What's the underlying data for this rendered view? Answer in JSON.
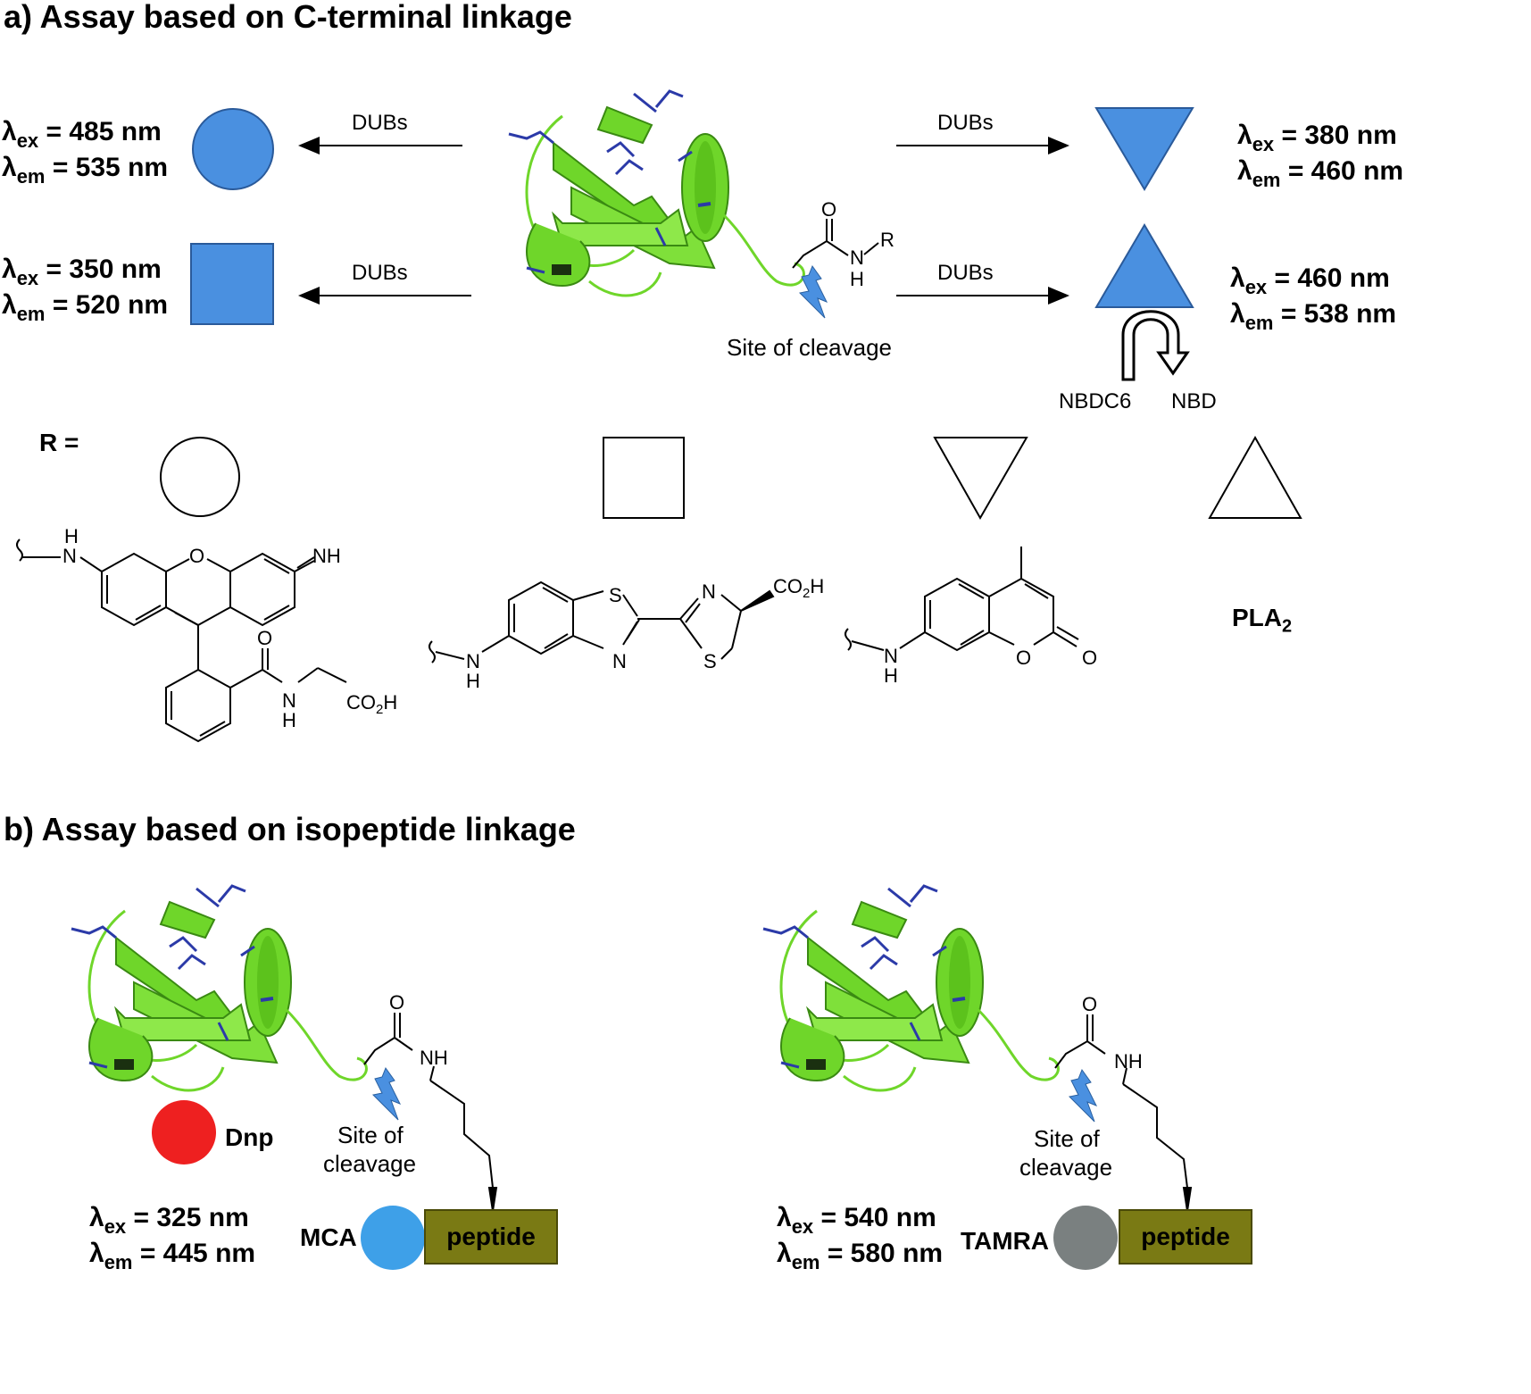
{
  "panel_a": {
    "heading": "a) Assay based on C-terminal linkage",
    "arrow_label": "DUBs",
    "site_of_cleavage": "Site of cleavage",
    "amide": {
      "O": "O",
      "N": "N",
      "R": "R",
      "H": "H"
    },
    "probes": [
      {
        "shape": "circle",
        "ex_label": "λ",
        "ex_sub": "ex",
        "ex": "= 485 nm",
        "em_sub": "em",
        "em": "= 535 nm"
      },
      {
        "shape": "square",
        "ex_label": "λ",
        "ex_sub": "ex",
        "ex": "= 350 nm",
        "em_sub": "em",
        "em": "= 520 nm"
      },
      {
        "shape": "triangle-down",
        "ex_label": "λ",
        "ex_sub": "ex",
        "ex": "= 380 nm",
        "em_sub": "em",
        "em": "= 460 nm"
      },
      {
        "shape": "triangle-up",
        "ex_label": "λ",
        "ex_sub": "ex",
        "ex": "= 460 nm",
        "em_sub": "em",
        "em": "= 538 nm"
      }
    ],
    "nbd_labels": {
      "left": "NBDC6",
      "right": "NBD"
    },
    "r_label": "R =",
    "pla2": "PLA",
    "pla2_sub": "2",
    "chem": {
      "rhodamine": {
        "nh": "H",
        "n": "N",
        "o": "O",
        "nh_right": "NH",
        "amide_o": "O",
        "amide_n": "N",
        "amide_h": "H",
        "acid": "CO",
        "acid_sub": "2",
        "acid_h": "H"
      },
      "luciferin": {
        "s1": "S",
        "n1": "N",
        "n2": "N",
        "s2": "S",
        "acid": "CO",
        "acid_sub": "2",
        "acid_h": "H",
        "nh_n": "N",
        "nh_h": "H"
      },
      "coumarin": {
        "n": "N",
        "h": "H",
        "o_ring": "O",
        "o_keto": "O"
      }
    }
  },
  "panel_b": {
    "heading": "b) Assay based on isopeptide linkage",
    "left": {
      "quencher": "Dnp",
      "fluor": "MCA",
      "peptide": "peptide",
      "site_line1": "Site of",
      "site_line2": "cleavage",
      "ex_label": "λ",
      "ex_sub": "ex",
      "ex": "=  325 nm",
      "em_sub": "em",
      "em": "= 445 nm",
      "amide_o": "O",
      "amide_nh": "NH"
    },
    "right": {
      "fluor": "TAMRA",
      "peptide": "peptide",
      "site_line1": "Site of",
      "site_line2": "cleavage",
      "ex_label": "λ",
      "ex_sub": "ex",
      "ex": "=  540 nm",
      "em_sub": "em",
      "em": "= 580 nm",
      "amide_o": "O",
      "amide_nh": "NH"
    }
  },
  "colors": {
    "probe_blue": "#4a90e0",
    "protein_green": "#6fd62a",
    "protein_dark": "#3a8a12",
    "sidechain_blue": "#2b3aa8",
    "dnp_red": "#ee2020",
    "mca_blue": "#3ea0e8",
    "tamra_gray": "#7a8080",
    "peptide_olive": "#7a7a14"
  }
}
